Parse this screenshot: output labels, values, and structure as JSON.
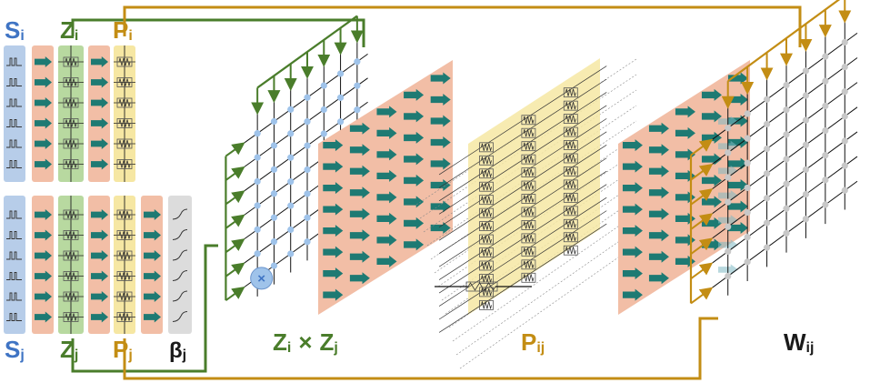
{
  "labels": {
    "si": {
      "main": "S",
      "sub": "i"
    },
    "zi": {
      "main": "Z",
      "sub": "i"
    },
    "pi": {
      "main": "P",
      "sub": "i"
    },
    "sj": {
      "main": "S",
      "sub": "j"
    },
    "zj": {
      "main": "Z",
      "sub": "j"
    },
    "pj": {
      "main": "P",
      "sub": "j"
    },
    "bj": {
      "main": "β",
      "sub": "j"
    },
    "zz": {
      "a": "Z",
      "a_sub": "i",
      "op": "×",
      "b": "Z",
      "b_sub": "j"
    },
    "pij": {
      "main": "P",
      "sub": "ij"
    },
    "wij": {
      "main": "W",
      "sub": "ij"
    },
    "mult_symbol": "×"
  },
  "colors": {
    "blue": "#3f74c4",
    "blue_fill": "#b7cde9",
    "green": "#4a7d2b",
    "green_fill": "#b8d9a0",
    "gold": "#c38d14",
    "gold_fill": "#f6e7a3",
    "salmon": "#f2bea6",
    "teal": "#1e7a73",
    "gray_fill": "#dcdcdc",
    "node_blue": "#9fc3ea",
    "node_gray": "#c8c8c8",
    "black": "#1a1a1a"
  },
  "icons": {
    "resistor": "resistor-icon",
    "arrow": "arrow-right-icon",
    "spike": "spike-train-icon",
    "multiply": "multiply-circle-icon"
  }
}
